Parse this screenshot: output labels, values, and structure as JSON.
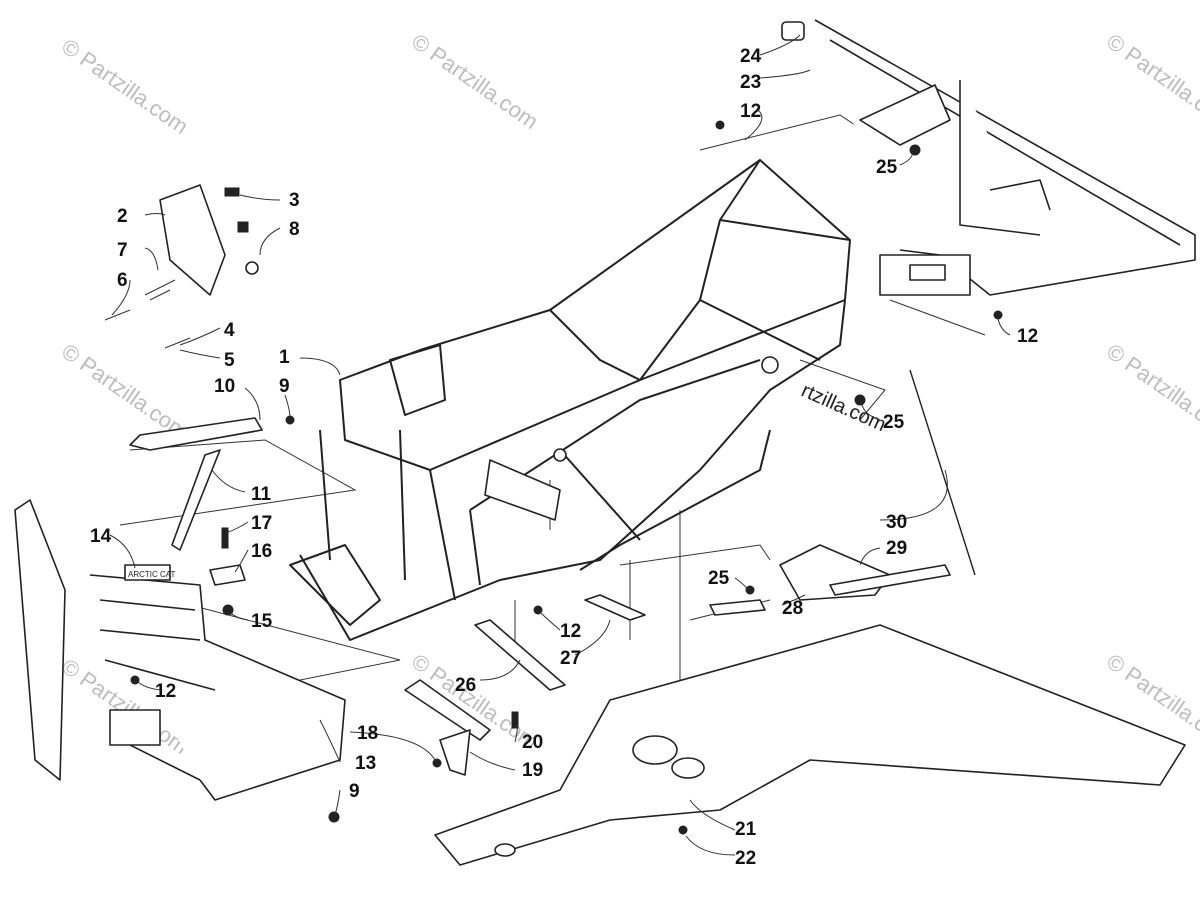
{
  "watermark": "© Partzilla.com",
  "watermark_fragment": "rtzilla.com",
  "brand_plate": "ARCTIC CAT",
  "callouts": {
    "c1": "1",
    "c2": "2",
    "c3": "3",
    "c4": "4",
    "c5": "5",
    "c6": "6",
    "c7": "7",
    "c8": "8",
    "c9a": "9",
    "c9b": "9",
    "c10": "10",
    "c11": "11",
    "c12a": "12",
    "c12b": "12",
    "c12c": "12",
    "c12d": "12",
    "c13": "13",
    "c14": "14",
    "c15": "15",
    "c16": "16",
    "c17": "17",
    "c18": "18",
    "c19": "19",
    "c20": "20",
    "c21": "21",
    "c22": "22",
    "c23": "23",
    "c24": "24",
    "c25a": "25",
    "c25b": "25",
    "c25c": "25",
    "c26": "26",
    "c27": "27",
    "c28": "28",
    "c29": "29",
    "c30": "30"
  }
}
